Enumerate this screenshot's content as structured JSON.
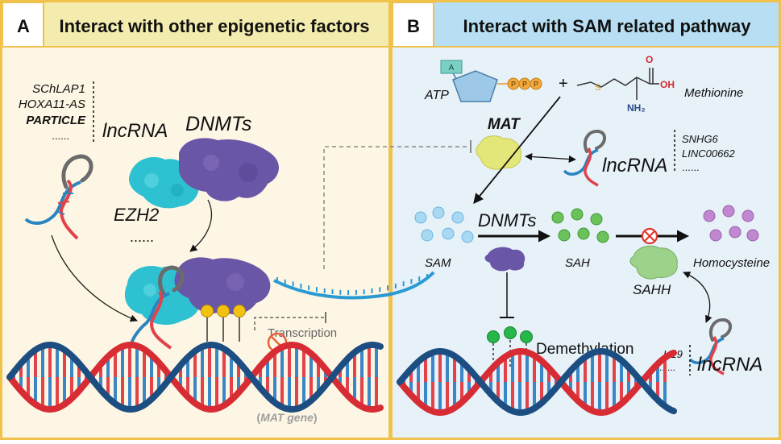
{
  "panel_a": {
    "letter": "A",
    "title": "Interact with other epigenetic factors",
    "lnc_names": [
      "SChLAP1",
      "HOXA11-AS",
      "PARTICLE",
      "......"
    ],
    "lncrna_label": "lncRNA",
    "dnmts_label": "DNMTs",
    "ezh2_label": "EZH2",
    "ellipsis": "......",
    "transcription_label": "Transcription",
    "mat_gene_open": "(",
    "mat_gene_name": "MAT gene",
    "mat_gene_close": ")"
  },
  "panel_b": {
    "letter": "B",
    "title": "Interact with SAM related pathway",
    "adenine_label": "A",
    "phosphate_label": "P",
    "plus": "+",
    "oxygen_label": "O",
    "oh_label": "OH",
    "sulfur_label": "S",
    "nh2_label": "NH₂",
    "atp_label": "ATP",
    "methionine_label": "Methionine",
    "mat_label": "MAT",
    "lnc_names": [
      "SNHG6",
      "LINC00662",
      "......"
    ],
    "lncrna_label": "lncRNA",
    "dnmts_label": "DNMTs",
    "sam_label": "SAM",
    "sah_label": "SAH",
    "homocysteine_label": "Homocysteine",
    "sahh_label": "SAHH",
    "demethylation_label": "Demethylation",
    "h19_label": "H19",
    "h19_ellipsis": "......",
    "lncrna2_label": "lncRNA"
  },
  "colors": {
    "panel_a_bg": "#fdf6e4",
    "panel_a_header": "#f3ecae",
    "panel_b_bg": "#e6f1f8",
    "panel_b_header": "#b7def2",
    "border": "#f0c24b",
    "dnmt_purple": "#6a56a6",
    "ezh2_cyan": "#2ec1d2",
    "dna_red": "#d82c35",
    "dna_blue": "#1d4e82",
    "methyl_yellow": "#f2c213",
    "methyl_green": "#26b64a",
    "sam_blue": "#a9d9f2",
    "sah_green": "#6bc25a",
    "homocysteine_purple": "#c187d0",
    "mat_yellow": "#e3e678",
    "sahh_green": "#9dd28a",
    "inhibit_red": "#e4362f"
  }
}
